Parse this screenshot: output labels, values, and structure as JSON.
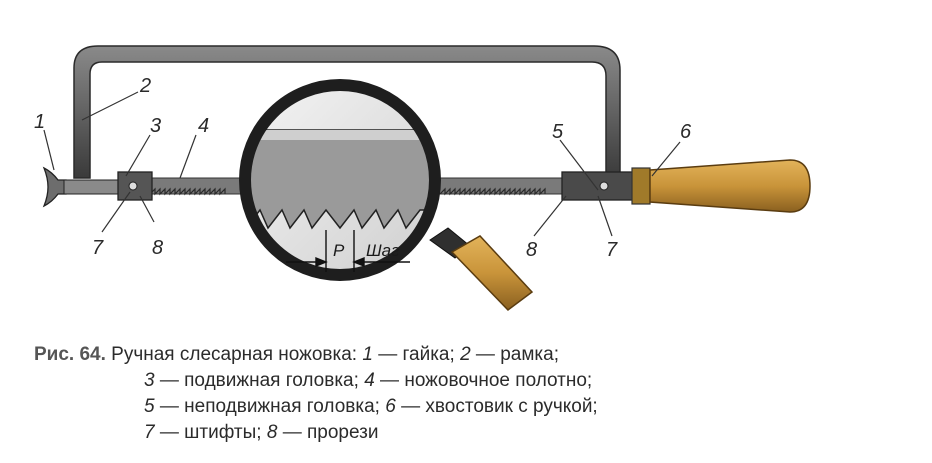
{
  "labels": {
    "l1": "1",
    "l2": "2",
    "l3": "3",
    "l4": "4",
    "l5": "5",
    "l6": "6",
    "l7a": "7",
    "l8a": "8",
    "l8b": "8",
    "l7b": "7"
  },
  "magnifier": {
    "pitch_symbol": "P",
    "pitch_word": "Шаг"
  },
  "caption": {
    "figure_ref": "Рис. 64.",
    "title": "Ручная слесарная ножовка:",
    "items": [
      {
        "n": "1",
        "text": "— гайка;"
      },
      {
        "n": "2",
        "text": "— рамка;"
      },
      {
        "n": "3",
        "text": "— подвижная головка;"
      },
      {
        "n": "4",
        "text": "— ножовочное полотно;"
      },
      {
        "n": "5",
        "text": "— неподвижная головка;"
      },
      {
        "n": "6",
        "text": "— хвостовик с ручкой;"
      },
      {
        "n": "7",
        "text": "— штифты;"
      },
      {
        "n": "8",
        "text": "— прорези"
      }
    ]
  },
  "colors": {
    "metal_dark": "#3f3f3f",
    "metal_mid": "#6d6d6d",
    "metal_light": "#b5b5b5",
    "wood": "#c9943a",
    "wood_dark": "#7a5418"
  }
}
